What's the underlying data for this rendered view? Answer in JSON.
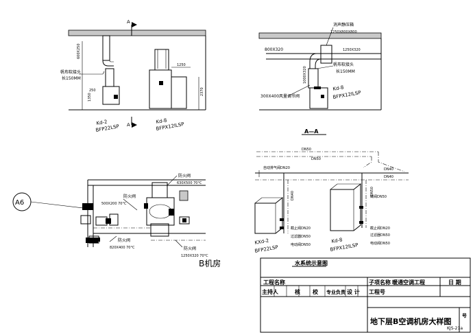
{
  "section_marks": {
    "a_top_left": "A",
    "a_bottom_left": "A",
    "aa_caption": "A—A"
  },
  "elevation_left": {
    "duct_top": "600X250",
    "note_label": "帆布软接头",
    "note_value": "长150MM",
    "dim_small": "250",
    "dim_height": "1350",
    "dim_right": "1250",
    "dim_far": "2370",
    "unit1_name": "Kd-2",
    "unit1_model": "BFP22LSP",
    "unit2_name": "Kd-8",
    "unit2_model": "BFPX12ILSP"
  },
  "section_aa": {
    "silencer": "消声静压箱",
    "silencer_size": "1250X800X800",
    "duct_left": "800X320",
    "duct_right": "1250X320",
    "canvas_label": "帆布软接头",
    "canvas_value": "长150MM",
    "damper": "300X400风量调节阀",
    "vertical_dim": "1000X320",
    "unit_name": "Kd-8",
    "unit_model": "BFPX12ILSP"
  },
  "plan": {
    "axis_tag": "A6",
    "fd1": "防火阀",
    "fd1_size": "630X500  70°C",
    "fd2": "防火阀",
    "fd2_size": "500X200  70°C",
    "fd3": "防火阀",
    "fd3_size": "820X400  70°C",
    "fd4": "防火阀",
    "fd4_size": "1250X320  70°C"
  },
  "water": {
    "dn50_a": "DN50",
    "dn50_b": "DN50",
    "dn20_top": "自动排气阀DN20",
    "dn40_a": "DN40",
    "dn40_b": "DN40",
    "dn40_c": "DN40",
    "dn50_c": "DN50",
    "vm1": "蝶阀DN50",
    "v1": "截止阀DN20",
    "v2": "过滤器DN50",
    "v3": "电动阀DN50",
    "v4": "截止阀DN20",
    "v5": "过滤器DN50",
    "v6": "电动阀DN50",
    "u1_name": "KXd-2",
    "u1_model": "BFP22LSP",
    "u2_name": "Kd-8",
    "u2_model": "BFPX12ILSP",
    "caption": "水系统示意图"
  },
  "room_label": "B机房",
  "title_block": {
    "project_label": "工程名称",
    "subproject_label": "子项名称",
    "subproject_value": "暖通空调工程",
    "date_label": "日 期",
    "host_label": "主持人",
    "check_label": "核",
    "review_label": "校",
    "major_label": "专业负责",
    "design_label": "设 计",
    "job_label": "工程号",
    "drawing_title": "地下层B空调机房大样图",
    "number_label": "号",
    "drawing_number": "KJS-21a"
  }
}
